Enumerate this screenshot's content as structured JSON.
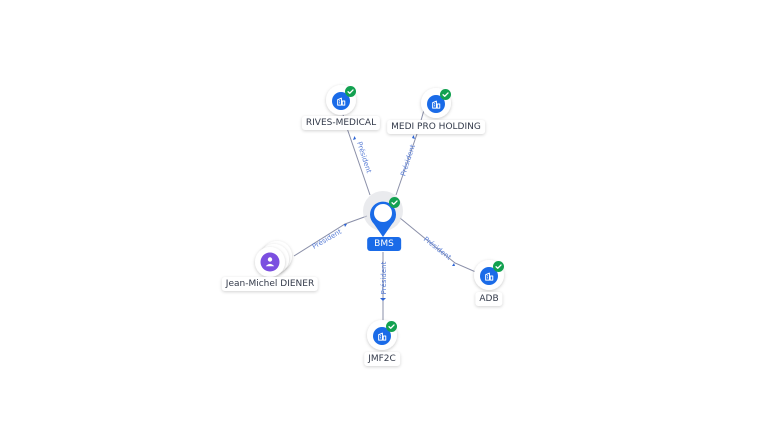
{
  "graph": {
    "center": {
      "label": "BMS",
      "type": "company",
      "verified": true
    },
    "nodes": [
      {
        "id": "rives",
        "label": "RIVES-MEDICAL",
        "type": "company",
        "verified": true
      },
      {
        "id": "medipro",
        "label": "MEDI PRO HOLDING",
        "type": "company",
        "verified": true
      },
      {
        "id": "adb",
        "label": "ADB",
        "type": "company",
        "verified": true
      },
      {
        "id": "jmf2c",
        "label": "JMF2C",
        "type": "company",
        "verified": true
      },
      {
        "id": "diener",
        "label": "Jean-Michel DIENER",
        "type": "person",
        "verified": false
      }
    ],
    "edges": [
      {
        "id": "e-rives",
        "label": "Président"
      },
      {
        "id": "e-medipro",
        "label": "Président"
      },
      {
        "id": "e-adb",
        "label": "Président"
      },
      {
        "id": "e-jmf2c",
        "label": "Président"
      },
      {
        "id": "e-diener",
        "label": "Président"
      }
    ]
  },
  "icons": {
    "company": "building-icon",
    "person": "person-icon",
    "verified": "check-badge-icon"
  },
  "colors": {
    "company_icon": "#1a6be8",
    "person_icon": "#7b4fe0",
    "verified_badge": "#12a150",
    "edge_label": "#5b7fd6",
    "edge_line": "#8a8fa8"
  }
}
